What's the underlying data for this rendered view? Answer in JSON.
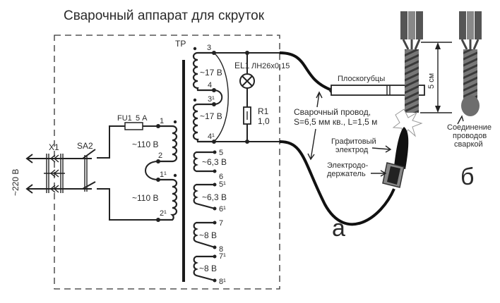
{
  "title": "Сварочный аппарат для скруток",
  "mains": {
    "voltage": "~220 В",
    "connector": "X1",
    "switch": "SA2"
  },
  "fuse": {
    "ref": "FU1",
    "rating": "5 А"
  },
  "transformer": {
    "ref": "ТР",
    "primary": [
      {
        "voltage": "~110 В",
        "start": "1",
        "end": "2"
      },
      {
        "voltage": "~110 В",
        "start": "1¹",
        "end": "2¹"
      }
    ],
    "secondary_used": [
      {
        "voltage": "~17 В",
        "start": "3",
        "end": "4"
      },
      {
        "voltage": "~17 В",
        "start": "3¹",
        "end": "4¹"
      }
    ],
    "secondary_unused": [
      {
        "voltage": "~6,3 В",
        "start": "5",
        "end": "6"
      },
      {
        "voltage": "~6,3 В",
        "start": "5¹",
        "end": "6¹"
      },
      {
        "voltage": "~8 В",
        "start": "7",
        "end": "8"
      },
      {
        "voltage": "~8 В",
        "start": "7¹",
        "end": "8¹"
      }
    ]
  },
  "lamp": {
    "ref": "EL1",
    "type": "ЛН26х0,15"
  },
  "resistor": {
    "ref": "R1",
    "value": "1,0"
  },
  "labels": {
    "pliers": "Плоскогубцы",
    "cable_line1": "Сварочный провод,",
    "cable_line2": "S=6,5 мм кв., L=1,5 м",
    "electrode_line1": "Графитовый",
    "electrode_line2": "электрод",
    "holder_line1": "Электродо-",
    "holder_line2": "держатель",
    "length": "5 см",
    "joint_line1": "Соединение",
    "joint_line2": "проводов",
    "joint_line3": "сваркой",
    "fig_a": "а",
    "fig_b": "б"
  }
}
